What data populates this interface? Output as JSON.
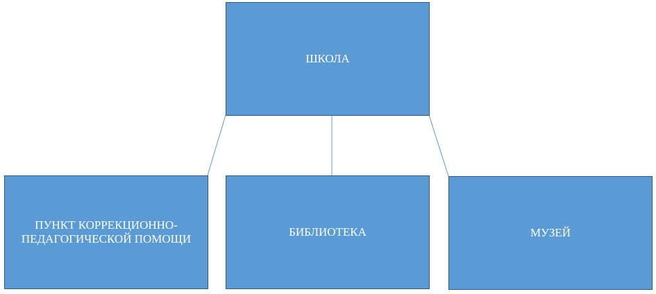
{
  "diagram": {
    "root": {
      "label": "ШКОЛА"
    },
    "children": [
      {
        "label": "ПУНКТ КОРРЕКЦИОННО-ПЕДАГОГИЧЕСКОЙ ПОМОЩИ"
      },
      {
        "label": "БИБЛИОТЕКА"
      },
      {
        "label": "МУЗЕЙ"
      }
    ],
    "colors": {
      "fill": "#5b9bd5",
      "border": "#2f5b86",
      "connector": "#5b9bd5"
    }
  }
}
